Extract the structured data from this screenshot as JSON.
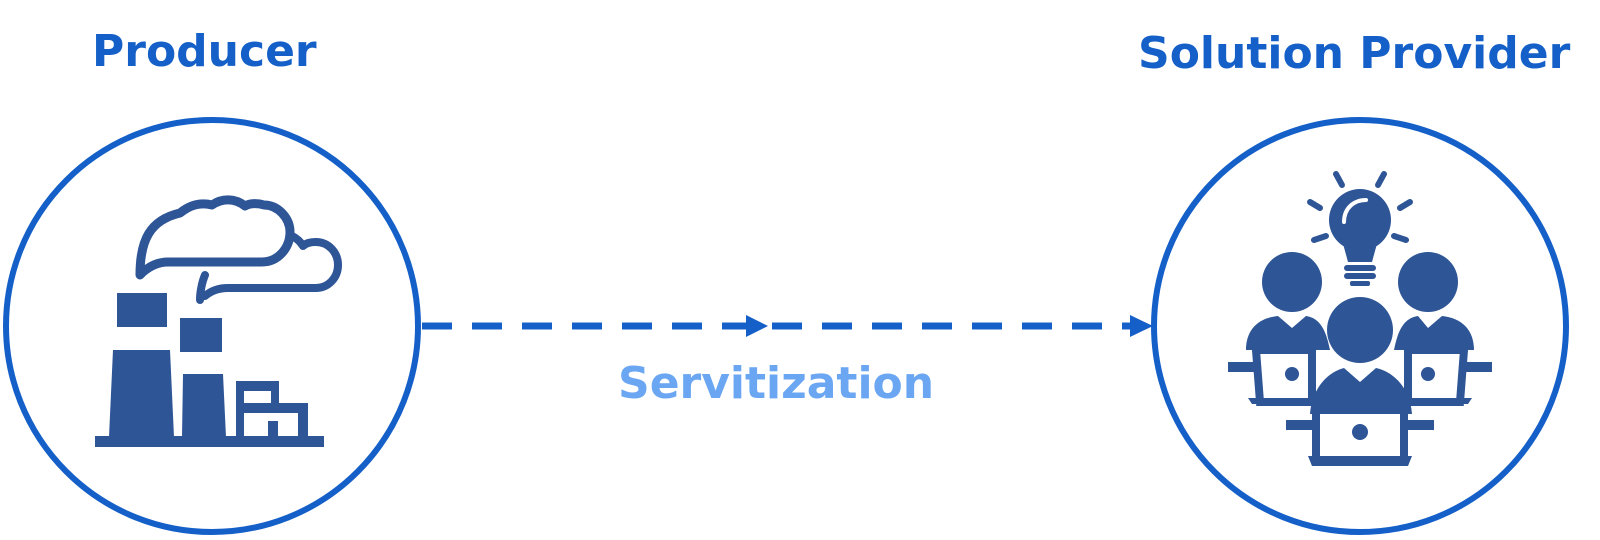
{
  "labels": {
    "left": "Producer",
    "right": "Solution Provider",
    "arrow": "Servitization"
  },
  "colors": {
    "primary": "#1560C8",
    "icon_fill": "#2E5596",
    "arrow_label": "#6AA6F2",
    "background": "#FFFFFF"
  },
  "icons": {
    "left": "factory-icon",
    "right": "team-idea-icon"
  }
}
